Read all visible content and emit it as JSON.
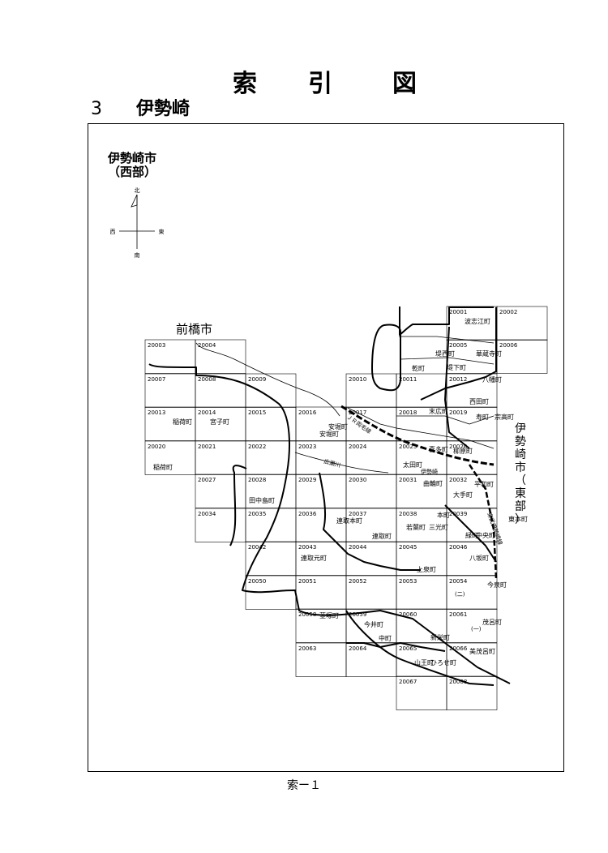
{
  "page": {
    "title_chars": [
      "索",
      "引",
      "図"
    ],
    "section_number": "3",
    "section_title": "伊勢崎",
    "footer": "索ー１"
  },
  "map": {
    "area_name": "伊勢崎市",
    "area_sub": "（西部）",
    "compass": {
      "north": "北",
      "south": "南",
      "east": "東",
      "west": "西"
    },
    "neighbor_west": "前橋市",
    "neighbor_east": [
      "伊",
      "勢",
      "崎",
      "市",
      "（",
      "東",
      "部",
      "）"
    ],
    "sheets": [
      "20001",
      "20002",
      "20003",
      "20004",
      "20005",
      "20006",
      "20007",
      "20008",
      "20009",
      "20010",
      "20011",
      "20012",
      "20013",
      "20014",
      "20015",
      "20016",
      "20017",
      "20018",
      "20019",
      "20020",
      "20021",
      "20022",
      "20023",
      "20024",
      "20025",
      "20026",
      "20027",
      "20028",
      "20029",
      "20030",
      "20031",
      "20032",
      "20034",
      "20035",
      "20036",
      "20037",
      "20038",
      "20039",
      "20042",
      "20043",
      "20044",
      "20045",
      "20046",
      "20050",
      "20051",
      "20052",
      "20053",
      "20054",
      "20058",
      "20059",
      "20060",
      "20061",
      "20063",
      "20064",
      "20065",
      "20066",
      "20067",
      "20068"
    ],
    "town_labels": [
      "波志江町",
      "堤西町",
      "華蔵寺町",
      "乾町",
      "堤下町",
      "八幡町",
      "西田町",
      "安堀町",
      "末広町",
      "寿町",
      "宗高町",
      "稲荷町",
      "宮子町",
      "安堀町",
      "喜多町",
      "柳原町",
      "太田町",
      "曲輪町",
      "平和町",
      "大手町",
      "田中島町",
      "連取本町",
      "連取町",
      "若葉町",
      "本町",
      "三光町",
      "緑町",
      "中央町",
      "東本町",
      "連取元町",
      "上泉町",
      "八坂町",
      "今泉町",
      "韮塚町",
      "今井町",
      "中町",
      "新栄町",
      "茂呂町",
      "山王町",
      "ひろせ町",
      "美茂呂町",
      "稲荷町"
    ],
    "line_labels": [
      "ＪＲ両毛線",
      "伊勢崎",
      "広瀬川",
      "東武伊勢崎線"
    ],
    "district_marks": [
      "(二)",
      "(一)"
    ]
  }
}
